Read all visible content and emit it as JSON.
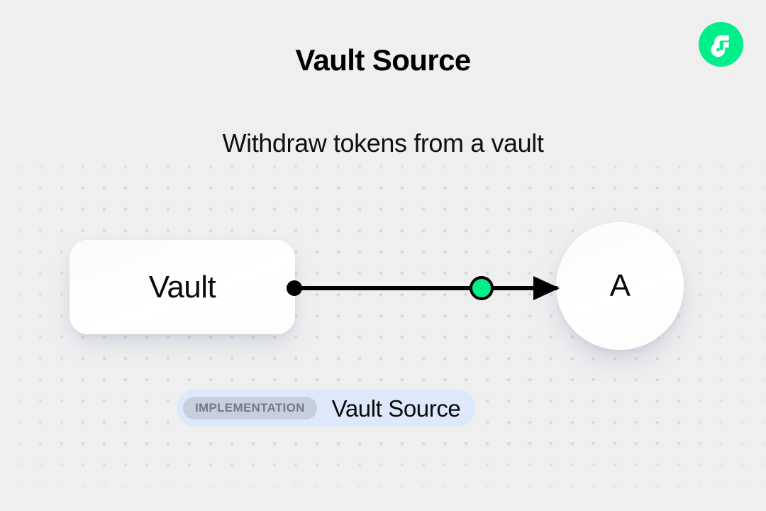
{
  "header": {
    "title": "Vault Source",
    "subtitle": "Withdraw tokens from a vault"
  },
  "brand": {
    "logo_icon": "flow-logo-icon",
    "logo_bg": "#00ef8b",
    "logo_mark": "#ffffff"
  },
  "diagram": {
    "type": "flow",
    "nodes": [
      {
        "id": "vault",
        "label": "Vault",
        "shape": "rounded-rect",
        "port_icon": "source-port-dot"
      },
      {
        "id": "account",
        "label": "A",
        "shape": "circle"
      }
    ],
    "edge": {
      "from": "vault",
      "to": "account",
      "marker_icon": "arrow-head-icon",
      "handle_icon": "edge-handle-dot",
      "handle_color": "#00ef8b",
      "line_color": "#000000"
    }
  },
  "implementation": {
    "chip_label": "IMPLEMENTATION",
    "name": "Vault Source",
    "pill_color": "#dde9fb",
    "chip_color": "#c6cfdd"
  }
}
